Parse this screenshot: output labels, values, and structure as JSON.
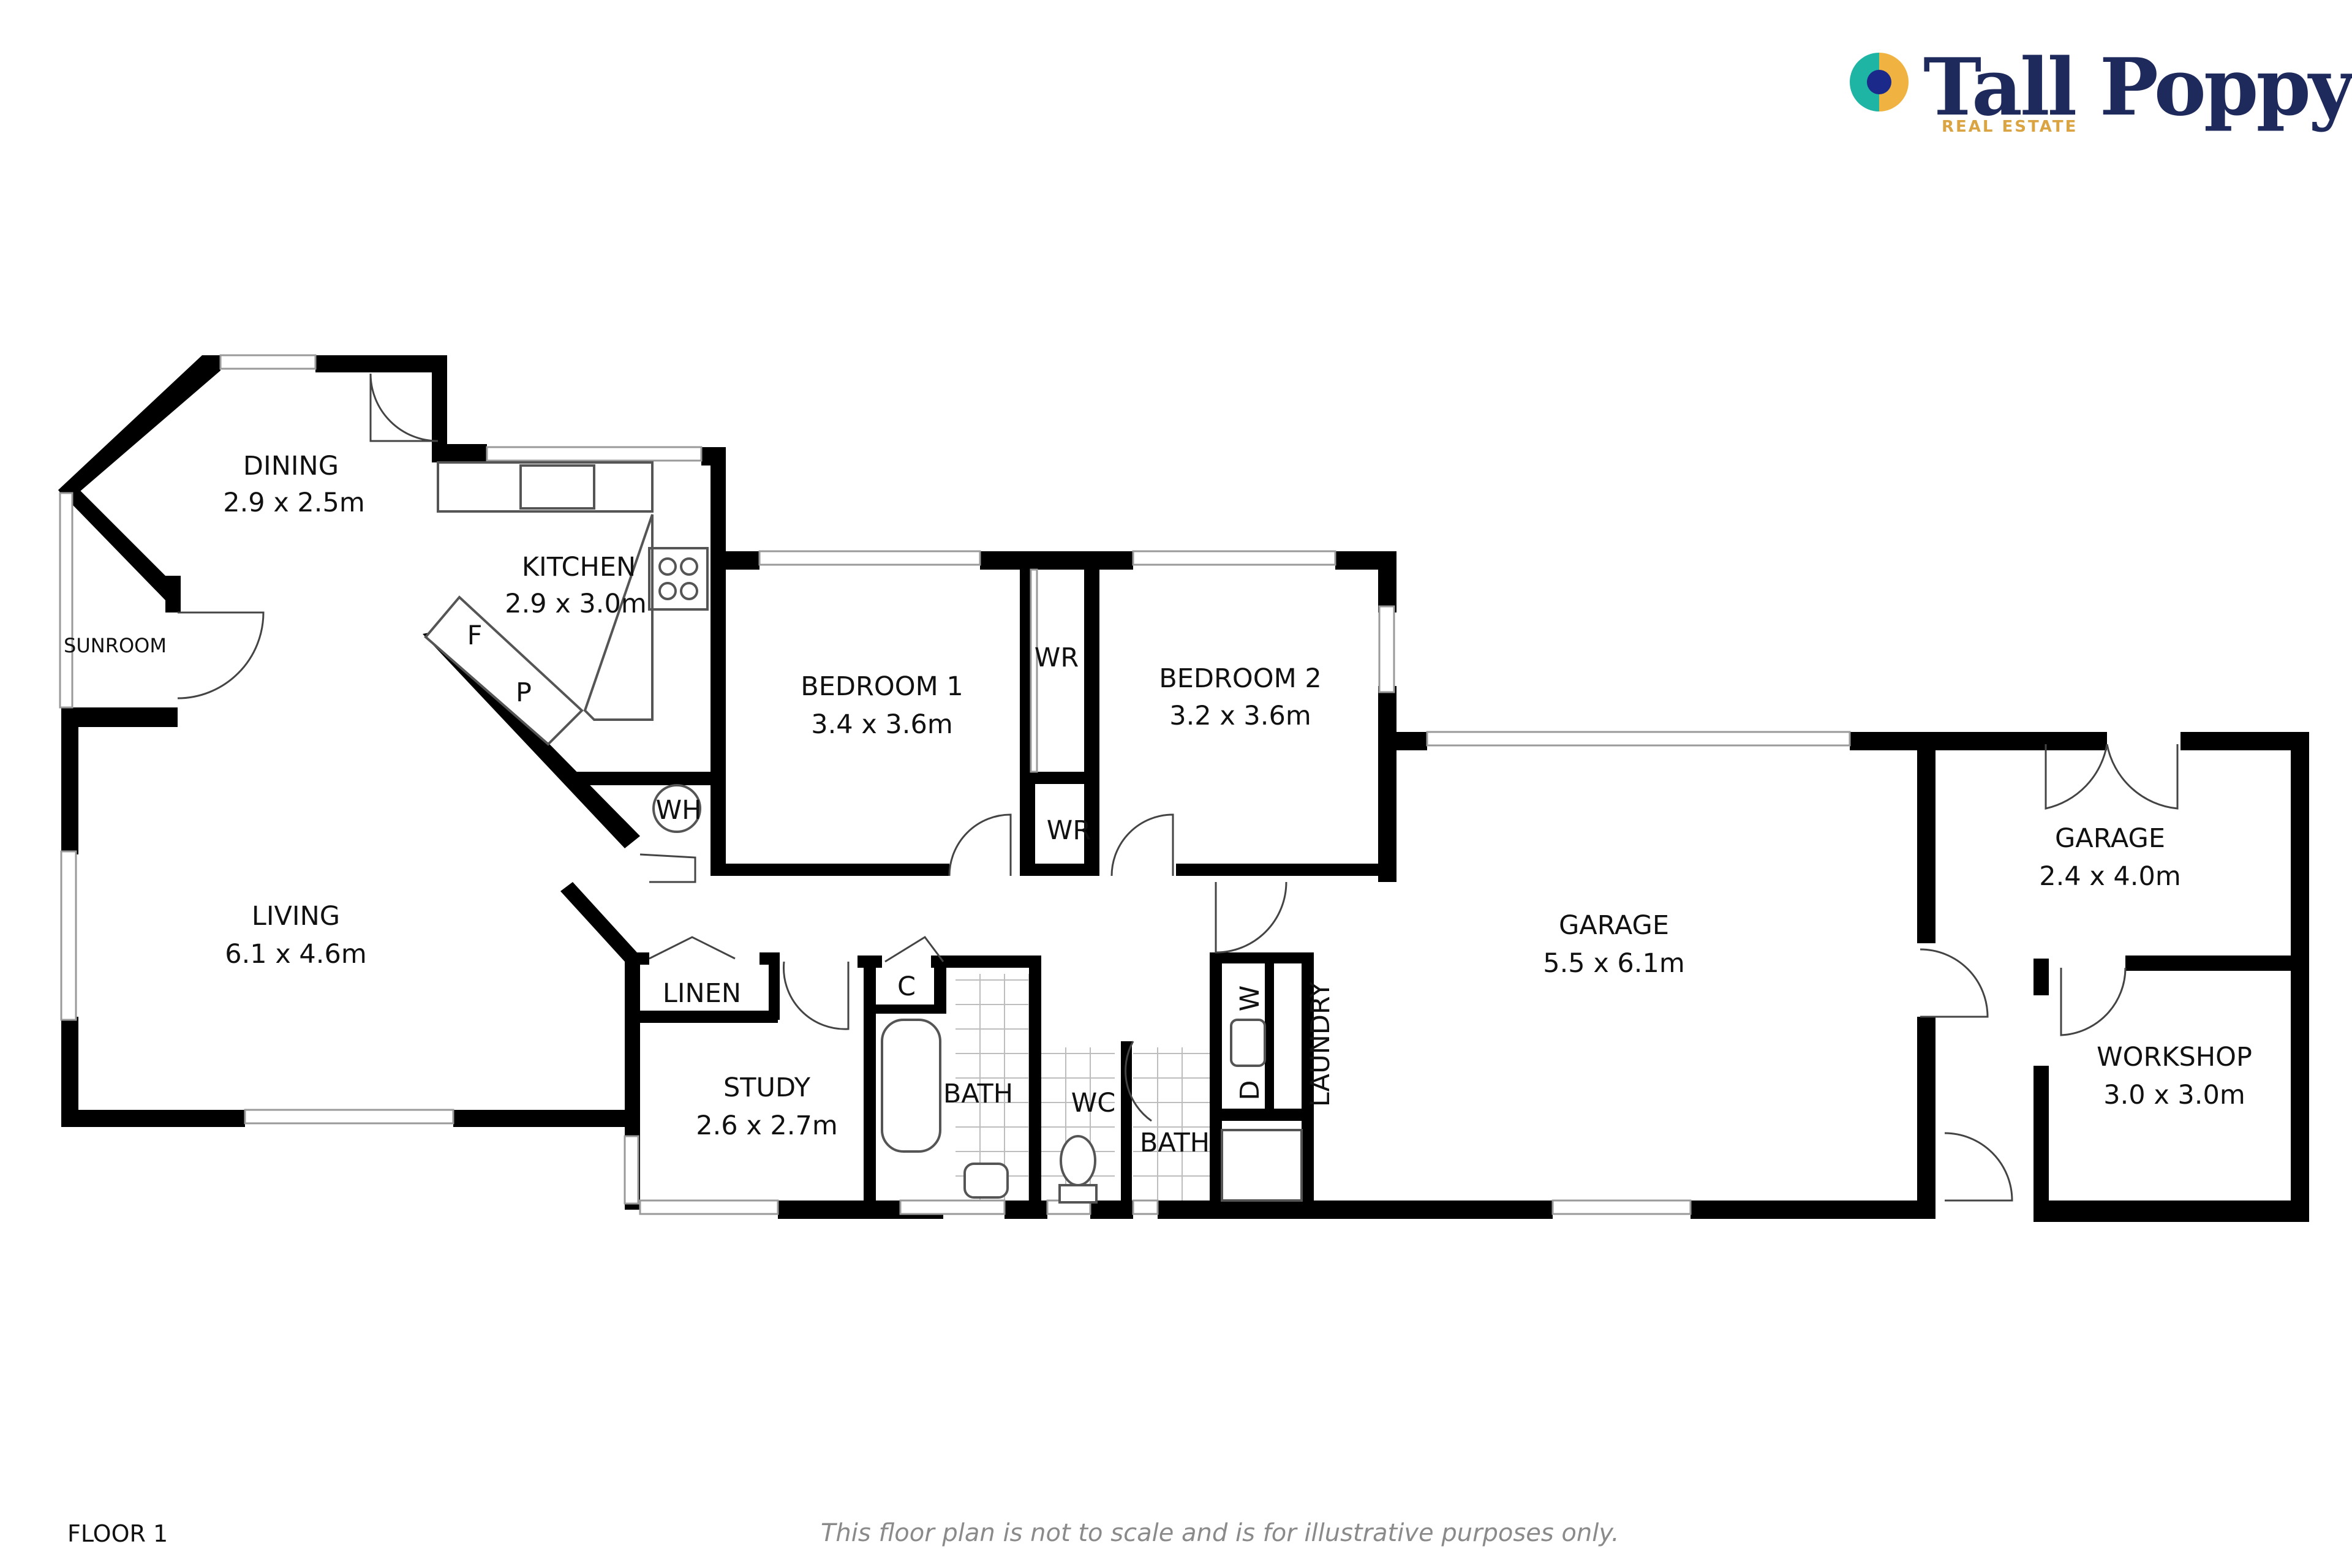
{
  "brand": {
    "name": "Tall Poppy",
    "tagline": "REAL ESTATE"
  },
  "floor_label": "FLOOR 1",
  "disclaimer": "This floor plan is not to scale and is for illustrative purposes only.",
  "rooms": {
    "dining": {
      "name": "DINING",
      "size": "2.9 x 2.5m"
    },
    "kitchen": {
      "name": "KITCHEN",
      "size": "2.9 x 3.0m"
    },
    "sunroom": {
      "name": "SUNROOM"
    },
    "living": {
      "name": "LIVING",
      "size": "6.1 x 4.6m"
    },
    "bedroom1": {
      "name": "BEDROOM 1",
      "size": "3.4 x 3.6m"
    },
    "bedroom2": {
      "name": "BEDROOM 2",
      "size": "3.2 x 3.6m"
    },
    "garage_main": {
      "name": "GARAGE",
      "size": "5.5 x 6.1m"
    },
    "garage_small": {
      "name": "GARAGE",
      "size": "2.4 x 4.0m"
    },
    "workshop": {
      "name": "WORKSHOP",
      "size": "3.0 x 3.0m"
    },
    "study": {
      "name": "STUDY",
      "size": "2.6 x 2.7m"
    },
    "linen": {
      "name": "LINEN"
    },
    "bath1": {
      "name": "BATH"
    },
    "bath2": {
      "name": "BATH"
    },
    "wc": {
      "name": "WC"
    },
    "laundry": {
      "name": "LAUNDRY"
    },
    "wr1": {
      "name": "WR"
    },
    "wr2": {
      "name": "WR"
    },
    "wh": {
      "name": "WH"
    },
    "cupboard": {
      "name": "C"
    },
    "fridge": {
      "name": "F"
    },
    "pantry": {
      "name": "P"
    },
    "washer": {
      "name": "W"
    },
    "dryer": {
      "name": "D"
    }
  }
}
